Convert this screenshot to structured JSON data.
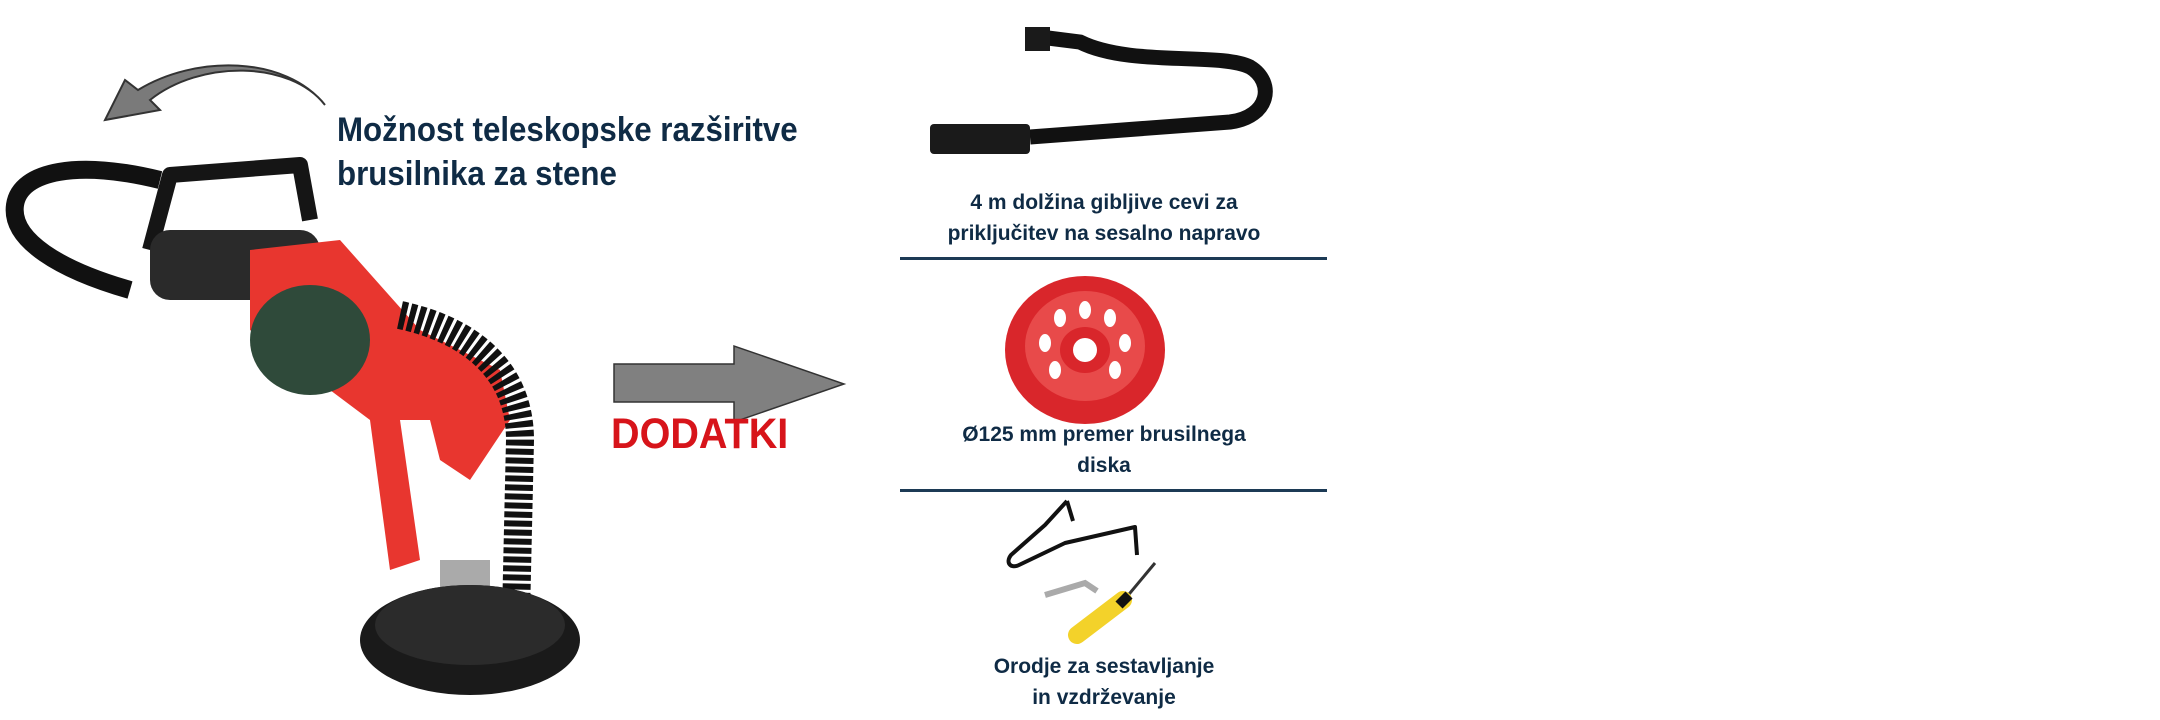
{
  "heading": {
    "line1": "Možnost teleskopske razširitve",
    "line2": "brusilnika za stene"
  },
  "accessories_label": "DODATKI",
  "accessories": [
    {
      "line1": "4 m dolžina gibljive cevi za",
      "line2": "priključitev na sesalno napravo",
      "icon": "hose-icon"
    },
    {
      "line1": "Ø125 mm premer brusilnega",
      "line2": "diska",
      "icon": "grinding-disc-icon"
    },
    {
      "line1": "Orodje za sestavljanje",
      "line2": "in vzdrževanje",
      "icon": "tools-icon"
    }
  ],
  "colors": {
    "text": "#0f2b45",
    "accent": "#d7141a",
    "arrow": "#808080",
    "tool_red": "#e8362f"
  }
}
